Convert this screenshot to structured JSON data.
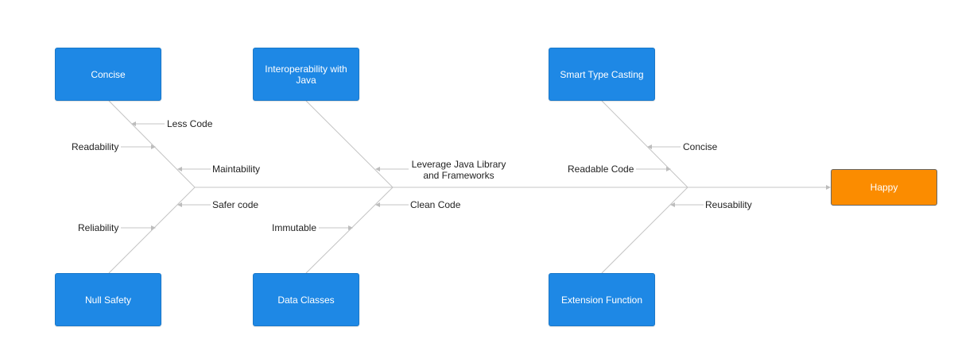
{
  "effect": {
    "label": "Happy",
    "color": "#fb8c00"
  },
  "categories": {
    "concise": "Concise",
    "interop": "Interoperability with Java",
    "smart_cast": "Smart Type Casting",
    "null_safety": "Null Safety",
    "data_classes": "Data Classes",
    "extension": "Extension Function"
  },
  "sub_causes": {
    "less_code": "Less Code",
    "readability": "Readability",
    "maintainability": "Maintability",
    "safer_code": "Safer code",
    "reliability": "Reliability",
    "leverage_java": "Leverage Java Library and Frameworks",
    "clean_code": "Clean Code",
    "immutable": "Immutable",
    "concise_small": "Concise",
    "readable_code": "Readable Code",
    "reusability": "Reusability"
  },
  "colors": {
    "category_box": "#1e88e5",
    "line": "#c4c4c4"
  }
}
